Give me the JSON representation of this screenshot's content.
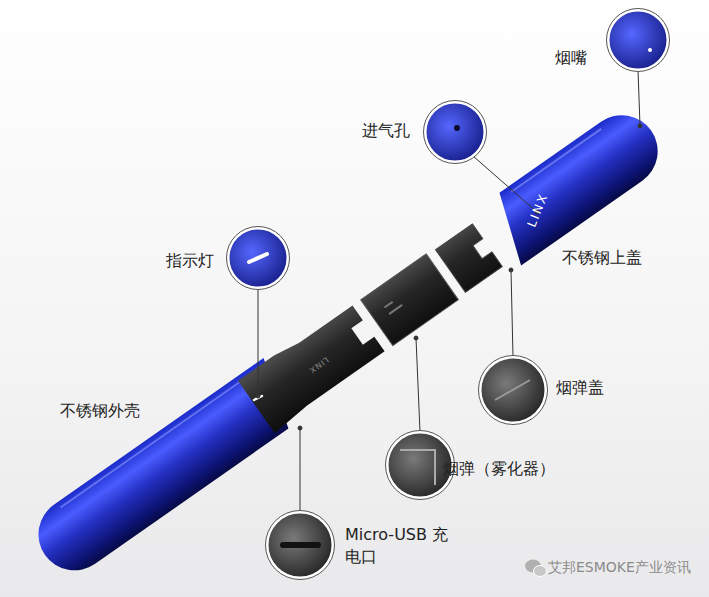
{
  "diagram": {
    "labels": [
      "烟嘴",
      "进气孔",
      "LINX",
      "不锈钢上盖",
      "指示灯",
      "LINX",
      "烟弹盖",
      "不锈钢外壳",
      "烟弹（雾化器）",
      "Micro-USB 充电口",
      "艾邦ESMOKE产业资讯"
    ]
  }
}
